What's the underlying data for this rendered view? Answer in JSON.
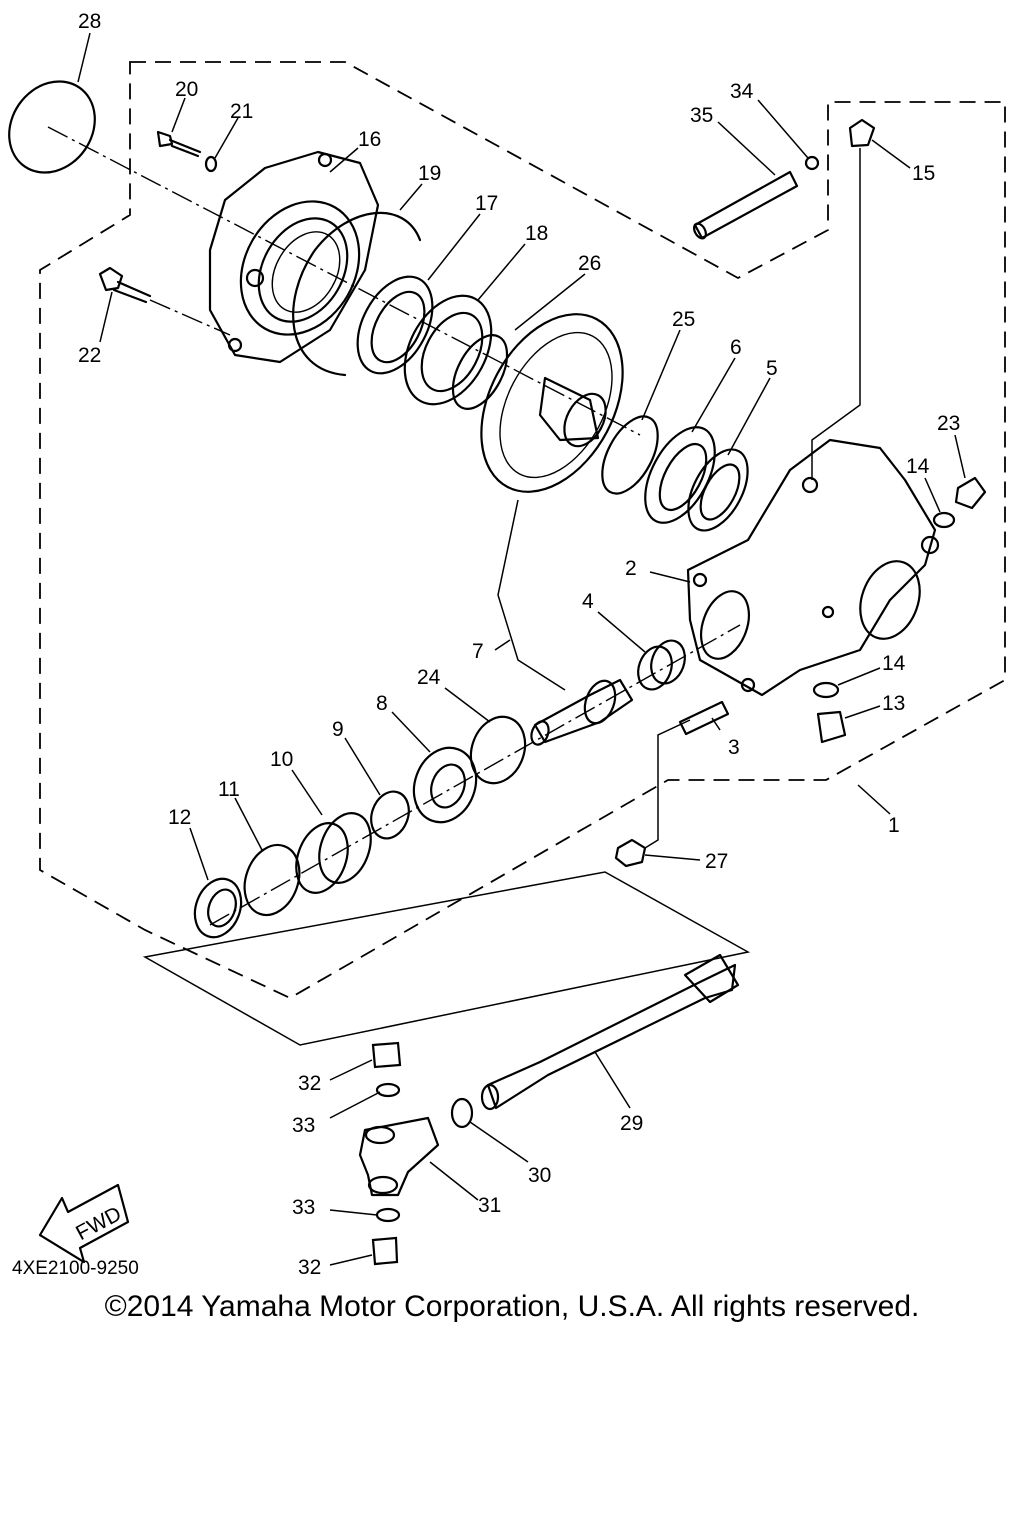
{
  "diagram": {
    "drawing_code": "4XE2100-9250",
    "copyright": "©2014 Yamaha Motor Corporation, U.S.A. All rights reserved.",
    "fwd_label": "FWD",
    "callouts": {
      "c1": "1",
      "c2": "2",
      "c3": "3",
      "c4": "4",
      "c5": "5",
      "c6": "6",
      "c7": "7",
      "c8": "8",
      "c9": "9",
      "c10": "10",
      "c11": "11",
      "c12": "12",
      "c13": "13",
      "c14a": "14",
      "c14b": "14",
      "c15": "15",
      "c16": "16",
      "c17": "17",
      "c18": "18",
      "c19": "19",
      "c20": "20",
      "c21": "21",
      "c22": "22",
      "c23": "23",
      "c24": "24",
      "c25": "25",
      "c26": "26",
      "c27": "27",
      "c28": "28",
      "c29": "29",
      "c30": "30",
      "c31": "31",
      "c32a": "32",
      "c32b": "32",
      "c33a": "33",
      "c33b": "33",
      "c34": "34",
      "c35": "35"
    }
  }
}
